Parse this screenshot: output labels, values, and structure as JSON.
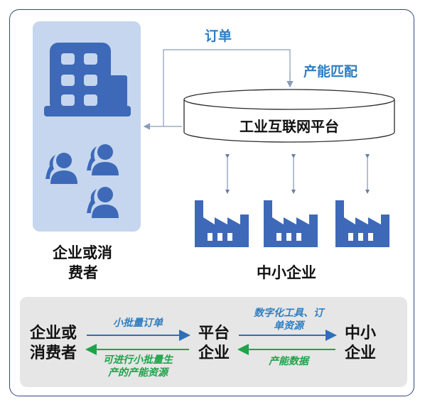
{
  "top": {
    "order_label": "订单",
    "capacity_match_label": "产能匹配",
    "platform_label": "工业互联网平台",
    "consumer_label_line1": "企业或消",
    "consumer_label_line2": "费者",
    "sme_label": "中小企业"
  },
  "bottom": {
    "node_left_line1": "企业或",
    "node_left_line2": "消费者",
    "node_mid_line1": "平台",
    "node_mid_line2": "企业",
    "node_right_line1": "中小",
    "node_right_line2": "企业",
    "arrow1_label": "小批量订单",
    "arrow2_label_line1": "可进行小批量生",
    "arrow2_label_line2": "产的产能资源",
    "arrow3_label_line1": "数字化工具、订",
    "arrow3_label_line2": "单资源",
    "arrow4_label": "产能数据"
  },
  "colors": {
    "icon_blue": "#3d69b8",
    "panel_blue": "#c5d6ee",
    "label_blue": "#2e7ec2",
    "arrow_blue": "#2e6fb8",
    "arrow_green": "#1ea34a",
    "frame": "#2d4a7a"
  },
  "icons": [
    "building-icon",
    "user-group-icon",
    "factory-icon"
  ]
}
